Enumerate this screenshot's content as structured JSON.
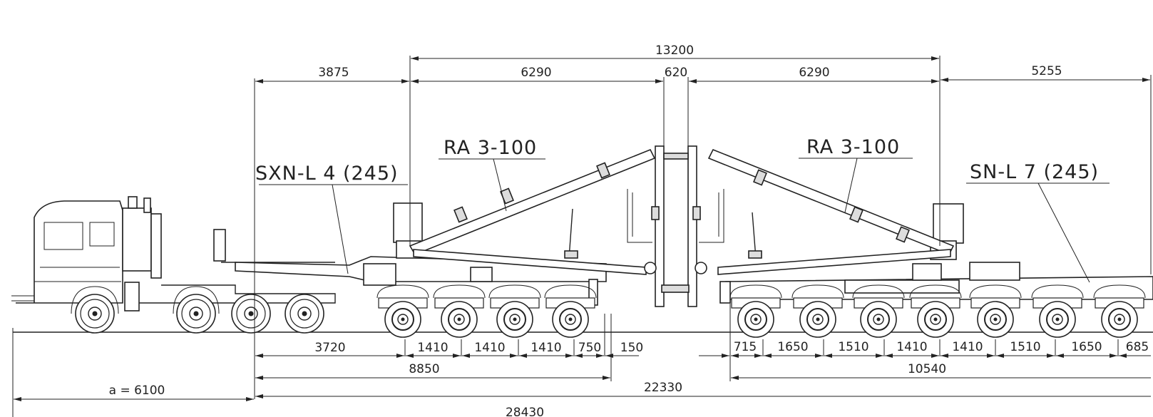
{
  "labels": {
    "front_trailer": "SXN-L 4 (245)",
    "rear_trailer": "SN-L 7 (245)",
    "left_adapter": "RA 3-100",
    "right_adapter": "RA 3-100"
  },
  "dimensions_top": {
    "overall_span": "13200",
    "front_overhang": "3875",
    "left_arm": "6290",
    "center_gap": "620",
    "right_arm": "6290",
    "rear_overhang": "5255"
  },
  "dimensions_bottom": {
    "front_axles": [
      "3720",
      "1410",
      "1410",
      "1410",
      "750",
      "150"
    ],
    "rear_axles": [
      "715",
      "1650",
      "1510",
      "1410",
      "1410",
      "1510",
      "1650",
      "685"
    ],
    "front_trailer_length": "8850",
    "rear_trailer_length": "10540",
    "combined_length": "22330",
    "tractor_offset": "a = 6100",
    "total_length": "28430"
  }
}
